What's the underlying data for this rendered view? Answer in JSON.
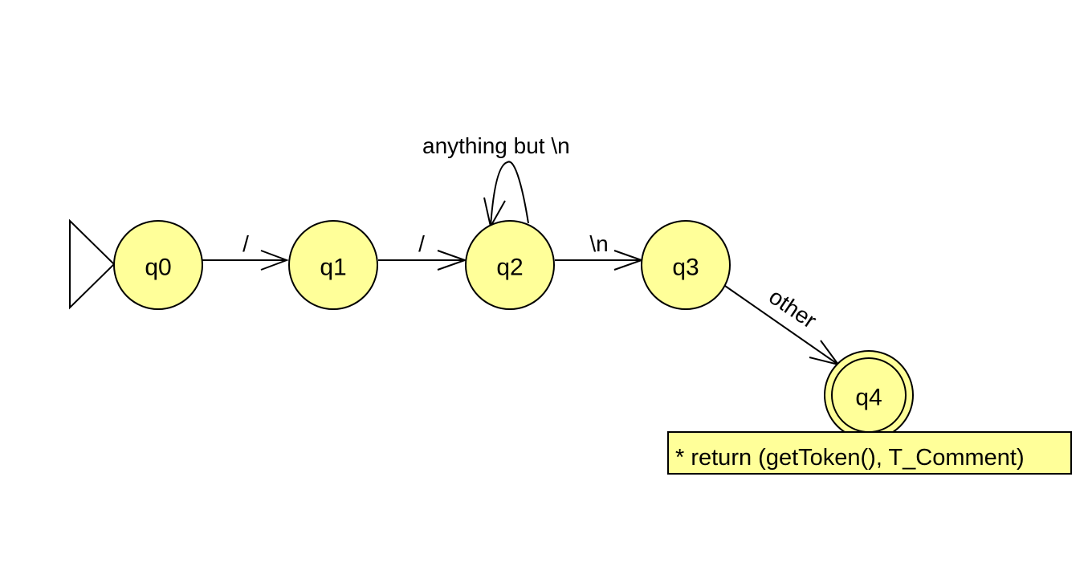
{
  "diagram": {
    "states": [
      {
        "id": "q0",
        "label": "q0",
        "initial": true,
        "final": false
      },
      {
        "id": "q1",
        "label": "q1",
        "initial": false,
        "final": false
      },
      {
        "id": "q2",
        "label": "q2",
        "initial": false,
        "final": false
      },
      {
        "id": "q3",
        "label": "q3",
        "initial": false,
        "final": false
      },
      {
        "id": "q4",
        "label": "q4",
        "initial": false,
        "final": true
      }
    ],
    "transitions": [
      {
        "from": "q0",
        "to": "q1",
        "label": "/"
      },
      {
        "from": "q1",
        "to": "q2",
        "label": "/"
      },
      {
        "from": "q2",
        "to": "q2",
        "label": "anything but  \\n"
      },
      {
        "from": "q2",
        "to": "q3",
        "label": "\\n"
      },
      {
        "from": "q3",
        "to": "q4",
        "label": "other"
      }
    ],
    "note": {
      "attached_to": "q4",
      "text": "* return (getToken(), T_Comment)"
    },
    "colors": {
      "state_fill": "#ffff99",
      "stroke": "#000000",
      "background": "#ffffff"
    }
  }
}
